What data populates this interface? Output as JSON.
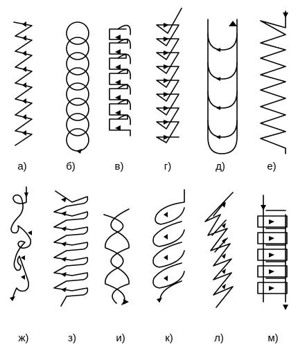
{
  "colors": {
    "ink": "#000000",
    "background": "#ffffff"
  },
  "patterns": [
    {
      "id": "a",
      "label": "а)",
      "kind": "chevron-zigzag"
    },
    {
      "id": "b",
      "label": "б)",
      "kind": "overlapping-loops"
    },
    {
      "id": "v",
      "label": "в)",
      "kind": "bracket-stack"
    },
    {
      "id": "g",
      "label": "г)",
      "kind": "triangle-zigzag"
    },
    {
      "id": "d",
      "label": "д)",
      "kind": "u-trough-arcs"
    },
    {
      "id": "e",
      "label": "е)",
      "kind": "sawtooth-zigzag"
    },
    {
      "id": "zh",
      "label": "ж)",
      "kind": "wavy-loops"
    },
    {
      "id": "z",
      "label": "з)",
      "kind": "bowtie-knots"
    },
    {
      "id": "i",
      "label": "и)",
      "kind": "figure-eight-chain"
    },
    {
      "id": "k",
      "label": "к)",
      "kind": "hook-spiral"
    },
    {
      "id": "l",
      "label": "л)",
      "kind": "diagonal-zigzag"
    },
    {
      "id": "m",
      "label": "м)",
      "kind": "ladder-grid"
    }
  ]
}
